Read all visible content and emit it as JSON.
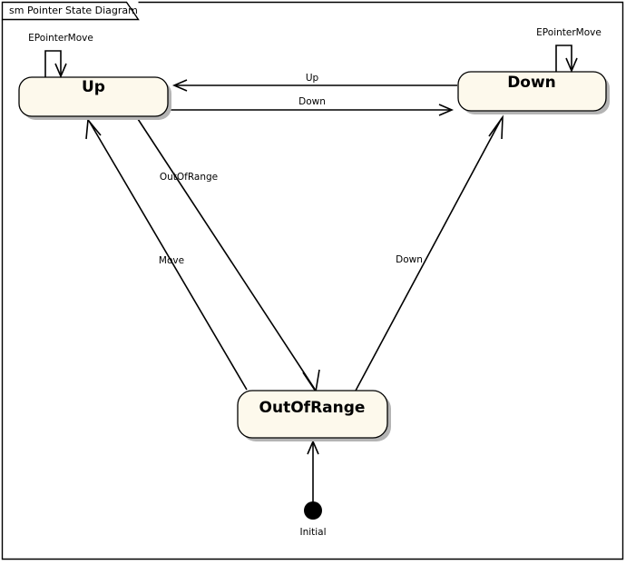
{
  "frame": {
    "label": "sm Pointer State Diagram",
    "border_color": "#000000",
    "background_color": "#ffffff"
  },
  "diagram": {
    "kind": "uml-state-machine",
    "title": "Pointer State Diagram"
  },
  "states": [
    {
      "id": "up",
      "label": "Up",
      "fill_color": "#fdf9ec",
      "border_color": "#000000",
      "shadow_color": "#b4b4b4"
    },
    {
      "id": "down",
      "label": "Down",
      "fill_color": "#fdf9ec",
      "border_color": "#000000",
      "shadow_color": "#b4b4b4"
    },
    {
      "id": "outofrange",
      "label": "OutOfRange",
      "fill_color": "#fdf9ec",
      "border_color": "#000000",
      "shadow_color": "#b4b4b4"
    }
  ],
  "initial_node": {
    "id": "initial",
    "label": "Initial",
    "color": "#000000"
  },
  "transitions": [
    {
      "id": "up-self",
      "label": "EPointerMove",
      "from": "up",
      "to": "up",
      "kind": "self-loop"
    },
    {
      "id": "down-self",
      "label": "EPointerMove",
      "from": "down",
      "to": "down",
      "kind": "self-loop"
    },
    {
      "id": "down-to-up",
      "label": "Up",
      "from": "down",
      "to": "up",
      "kind": "straight"
    },
    {
      "id": "up-to-down",
      "label": "Down",
      "from": "up",
      "to": "down",
      "kind": "straight"
    },
    {
      "id": "up-to-outofrange",
      "label": "OutOfRange",
      "from": "up",
      "to": "outofrange",
      "kind": "straight"
    },
    {
      "id": "outofrange-to-up",
      "label": "Move",
      "from": "outofrange",
      "to": "up",
      "kind": "straight"
    },
    {
      "id": "outofrange-to-down",
      "label": "Down",
      "from": "outofrange",
      "to": "down",
      "kind": "straight"
    },
    {
      "id": "initial-to-outofrange",
      "label": "",
      "from": "initial",
      "to": "outofrange",
      "kind": "straight"
    }
  ]
}
